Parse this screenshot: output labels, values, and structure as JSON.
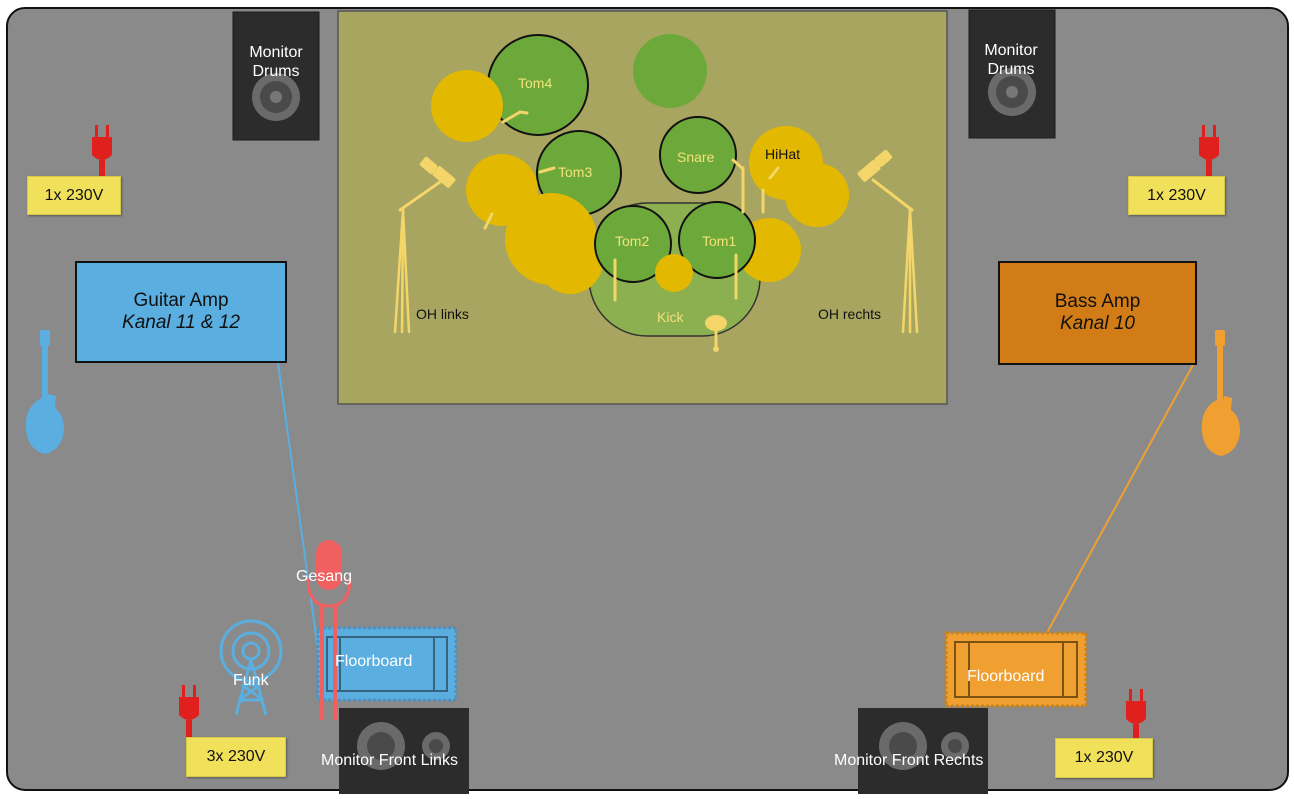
{
  "stage": {
    "background_color": "#8a8a8a",
    "drum_riser_color": "#a8a560"
  },
  "drums": {
    "tom4": "Tom4",
    "tom3": "Tom3",
    "tom2": "Tom2",
    "tom1": "Tom1",
    "snare": "Snare",
    "hihat": "HiHat",
    "kick": "Kick",
    "oh_left": "OH links",
    "oh_right": "OH rechts"
  },
  "monitors": {
    "drums_left": "Monitor Drums",
    "drums_right": "Monitor Drums",
    "front_left": "Monitor Front Links",
    "front_right": "Monitor Front Rechts"
  },
  "power": {
    "top_left": "1x 230V",
    "top_right": "1x 230V",
    "bottom_left": "3x 230V",
    "bottom_right": "1x 230V"
  },
  "guitar_amp": {
    "title": "Guitar Amp",
    "channels": "Kanal 11 & 12",
    "color": "#5aaee0"
  },
  "bass_amp": {
    "title": "Bass Amp",
    "channels": "Kanal 10",
    "color": "#d17c17"
  },
  "vocals": {
    "label": "Gesang",
    "color": "#f06060"
  },
  "wireless": {
    "label": "Funk"
  },
  "floorboards": {
    "left": "Floorboard",
    "right": "Floorboard"
  },
  "colors": {
    "drum_green": "#6da93a",
    "cymbal_yellow": "#e2b800",
    "mic_yellow": "#f3d56a",
    "monitor_dark": "#2c2c2c",
    "plug_red": "#e0201c",
    "guitar_blue": "#5aaee0",
    "bass_orange": "#f0a030"
  }
}
